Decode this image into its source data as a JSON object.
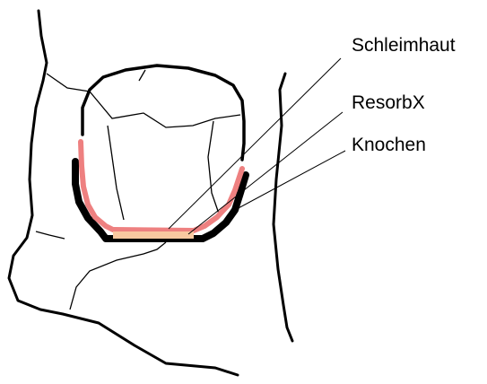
{
  "labels": {
    "schleimhaut": "Schleimhaut",
    "resorbx": "ResorbX",
    "knochen": "Knochen"
  },
  "colors": {
    "outline": "#000000",
    "bone": "#000000",
    "mucosa": "#ee8080",
    "resorbx": "#f9c8a0",
    "background": "#ffffff"
  }
}
